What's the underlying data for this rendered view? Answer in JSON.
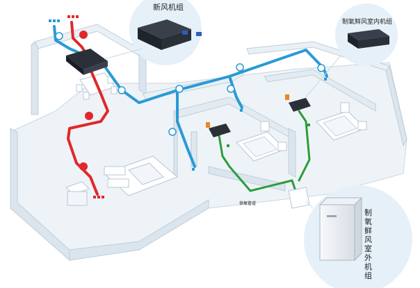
{
  "labels": {
    "fresh_air_unit": "新风机组",
    "oxygen_indoor_unit": "制氧鲜风室内机组",
    "oxygen_outdoor_unit": "制氧鲜风室外机组",
    "small_tag": "供氧管道"
  },
  "colors": {
    "supply_air": "#2a9ad6",
    "exhaust_air": "#e0282a",
    "oxygen_line": "#2c9c3a",
    "wall_top": "#f4f8fb",
    "wall_side": "#dbe5ee",
    "floor": "#eef3f7",
    "callout_bg": "#e6f0f8"
  },
  "icons": [
    "fresh-air-unit-icon",
    "indoor-oxygen-unit-icon",
    "outdoor-oxygen-unit-icon"
  ]
}
